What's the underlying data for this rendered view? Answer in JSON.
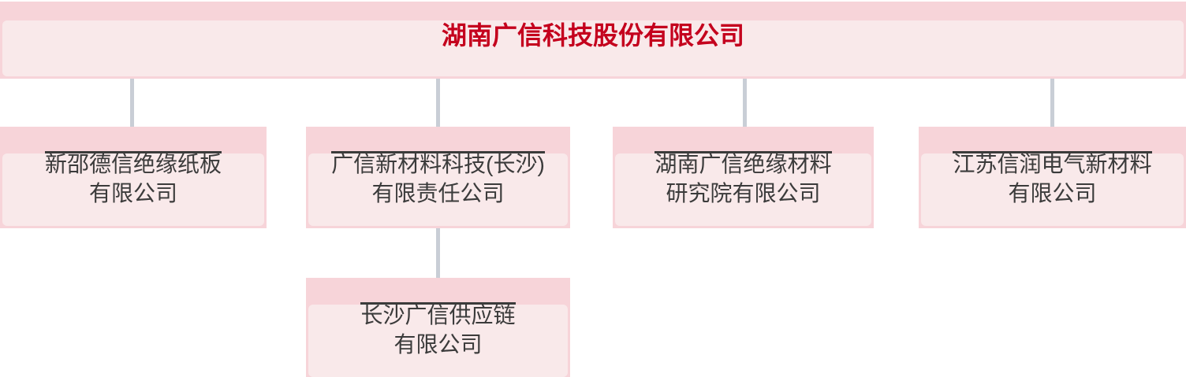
{
  "org_chart": {
    "root": {
      "name": "湖南广信科技股份有限公司"
    },
    "subsidiaries": [
      {
        "name_line1": "新邵德信绝缘纸板",
        "name_line2": "有限公司"
      },
      {
        "name_line1": "广信新材料科技(长沙)",
        "name_line2": "有限责任公司"
      },
      {
        "name_line1": "湖南广信绝缘材料",
        "name_line2": "研究院有限公司"
      },
      {
        "name_line1": "江苏信润电气新材料",
        "name_line2": "有限公司"
      }
    ],
    "sub_subsidiaries": [
      {
        "parent": "广信新材料科技(长沙)有限责任公司",
        "name_line1": "长沙广信供应链",
        "name_line2": "有限公司"
      }
    ],
    "colors": {
      "node_shell_pink": "#f7d4d9",
      "node_body_pink": "#f9e9ea",
      "root_text_red": "#c4001d",
      "node_text_gray": "#3b3b3b",
      "connector_gray": "#c9ced6",
      "background": "#ffffff"
    }
  }
}
